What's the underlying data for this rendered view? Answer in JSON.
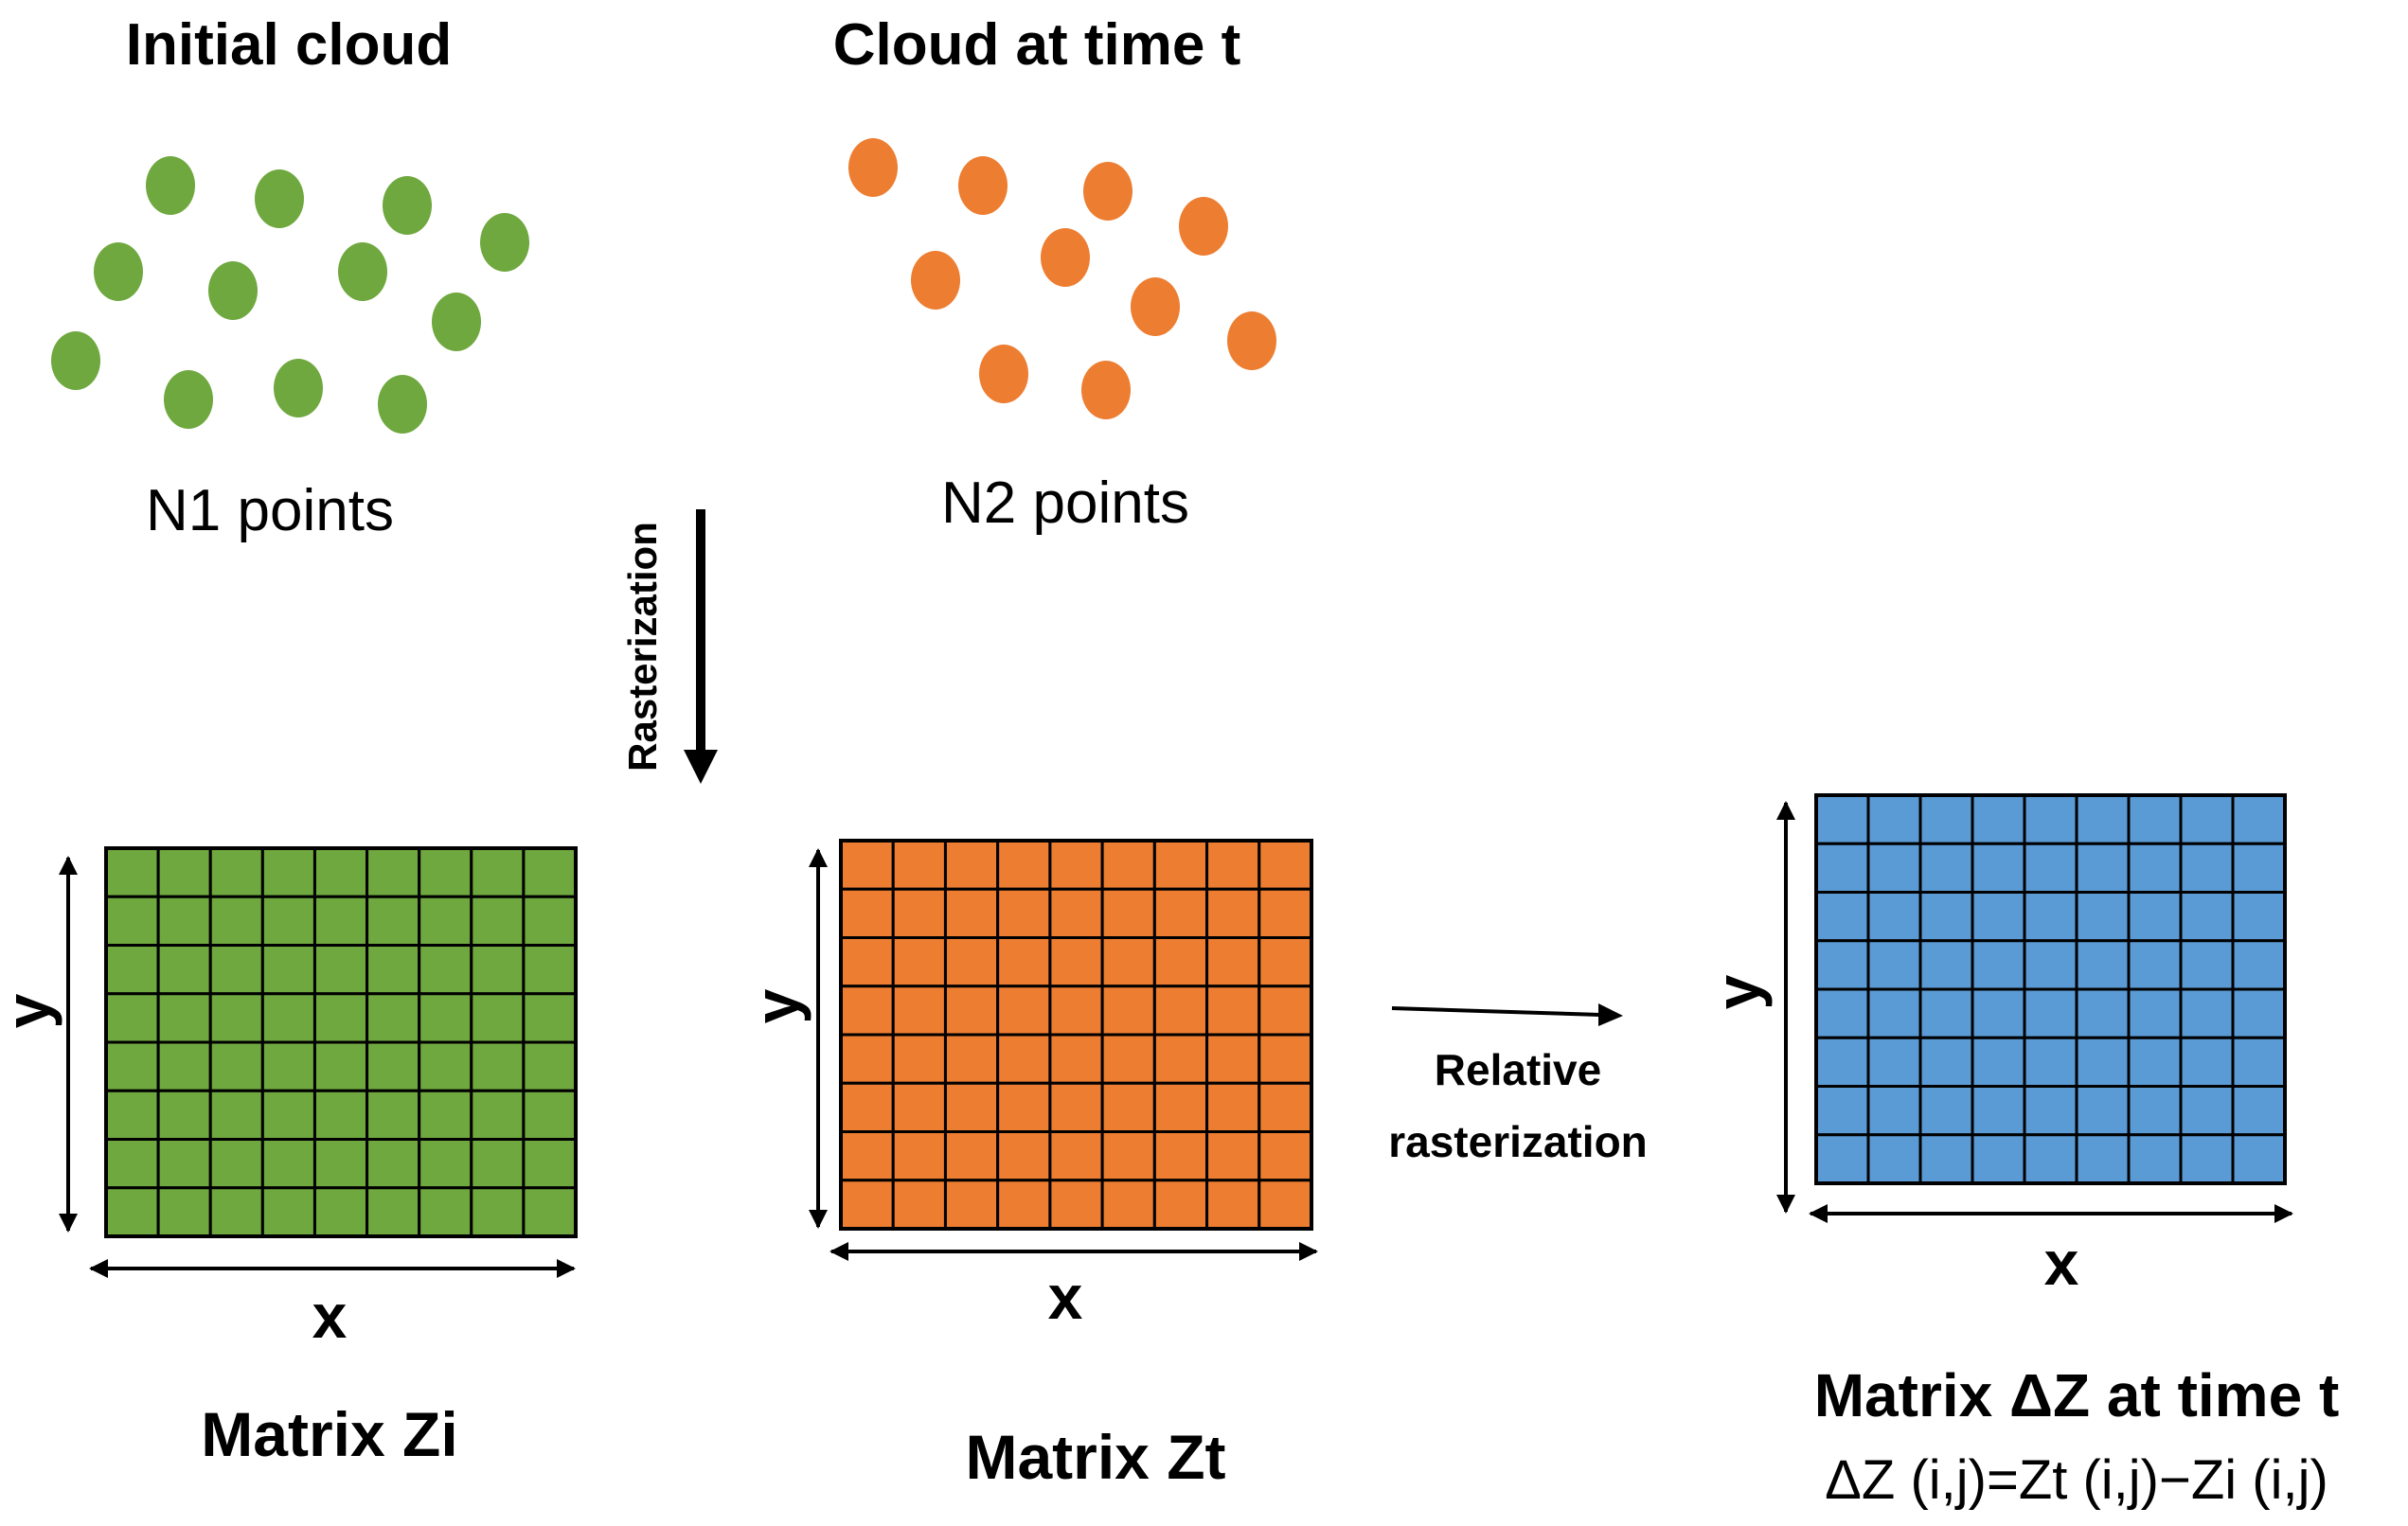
{
  "titles": {
    "initial_cloud": "Initial cloud",
    "cloud_at_time_t": "Cloud at time t"
  },
  "point_counts": {
    "n1": "N1 points",
    "n2": "N2 points"
  },
  "arrows": {
    "rasterization": "Rasterization",
    "relative_line1": "Relative",
    "relative_line2": "rasterization"
  },
  "axes": {
    "x": "x",
    "y": "y"
  },
  "matrices": {
    "zi_label": "Matrix Zi",
    "zt_label": "Matrix Zt",
    "dz_label": "Matrix ΔZ at time t",
    "dz_formula": "ΔZ (i,j)=Zt (i,j)−Zi (i,j)"
  },
  "grid": {
    "rows": 8,
    "cols": 9
  },
  "colors": {
    "green": "#6fa83f",
    "orange": "#ed7d31",
    "blue": "#5b9bd5",
    "grid_line": "#000000"
  }
}
